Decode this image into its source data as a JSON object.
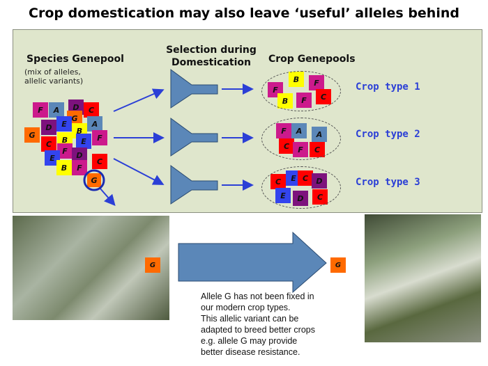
{
  "title": "Crop domestication may also leave ‘useful’ alleles behind",
  "species": {
    "heading": "Species Genepool",
    "sub": "(mix of alleles, allelic variants)"
  },
  "selection": {
    "heading": "Selection during Domestication"
  },
  "crop": {
    "heading": "Crop Genepools",
    "types": [
      "Crop type 1",
      "Crop type 2",
      "Crop type 3"
    ]
  },
  "colors": {
    "A": "#5b87b8",
    "B": "#ffff00",
    "C": "#ff0000",
    "D": "#7d127d",
    "E": "#3344ee",
    "F": "#cc1a8c",
    "G": "#ff6a00",
    "arrow": "#2b3fd6"
  },
  "species_tiles": [
    "F",
    "A",
    "D",
    "C",
    "G",
    "E",
    "D",
    "A",
    "B",
    "G",
    "F",
    "B",
    "E",
    "C",
    "F",
    "D",
    "E",
    "C",
    "B",
    "F"
  ],
  "crop_tiles": [
    [
      "B",
      "F",
      "F",
      "B",
      "F",
      "C"
    ],
    [
      "F",
      "A",
      "A",
      "C",
      "F",
      "C"
    ],
    [
      "C",
      "E",
      "C",
      "D",
      "E",
      "D",
      "C"
    ]
  ],
  "highlight_allele": "G",
  "caption": [
    "Allele G has not been fixed in",
    "our modern crop types.",
    "This allelic variant can be",
    "adapted to breed better crops",
    "e.g. allele G may provide",
    "better disease resistance."
  ]
}
